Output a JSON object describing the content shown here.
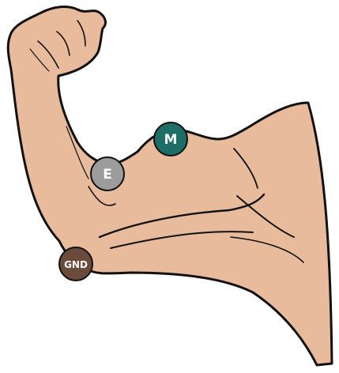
{
  "figure": {
    "skin_color": "#e8bb9c",
    "outline_color": "#111111",
    "background": "#ffffff"
  },
  "electrodes": {
    "middle": {
      "label": "M",
      "color": "#1d6e66"
    },
    "end": {
      "label": "E",
      "color": "#9c9c9c"
    },
    "ground": {
      "label": "GND",
      "color": "#6b4b3c"
    }
  }
}
